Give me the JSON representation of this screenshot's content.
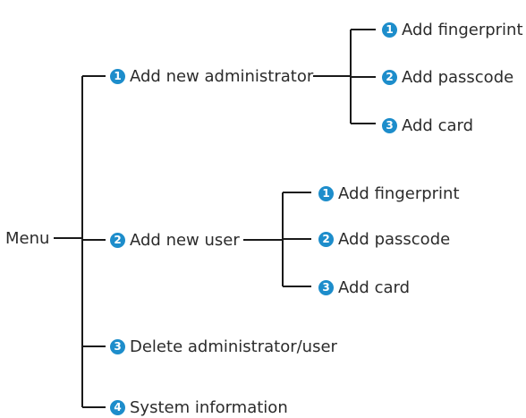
{
  "colors": {
    "badge": "#1d8dcb",
    "line": "#1a1a1a",
    "text": "#2b2b2b"
  },
  "root": {
    "label": "Menu"
  },
  "items": [
    {
      "number": "1",
      "label": "Add new administrator",
      "children": [
        {
          "number": "1",
          "label": "Add fingerprint"
        },
        {
          "number": "2",
          "label": "Add passcode"
        },
        {
          "number": "3",
          "label": "Add card"
        }
      ]
    },
    {
      "number": "2",
      "label": "Add new user",
      "children": [
        {
          "number": "1",
          "label": "Add fingerprint"
        },
        {
          "number": "2",
          "label": "Add passcode"
        },
        {
          "number": "3",
          "label": "Add card"
        }
      ]
    },
    {
      "number": "3",
      "label": "Delete administrator/user"
    },
    {
      "number": "4",
      "label": "System information"
    }
  ]
}
